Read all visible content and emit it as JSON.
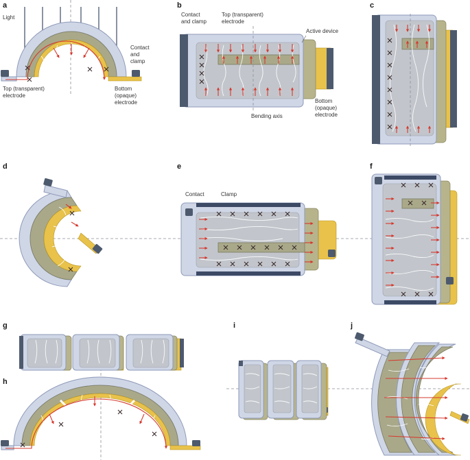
{
  "panels": {
    "a": "a",
    "b": "b",
    "c": "c",
    "d": "d",
    "e": "e",
    "f": "f",
    "g": "g",
    "h": "h",
    "i": "i",
    "j": "j"
  },
  "labels": {
    "light": "Light",
    "contact_and_clamp_a": [
      "Contact",
      "and",
      "clamp"
    ],
    "top_electrode_a": [
      "Top (transparent)",
      "electrode"
    ],
    "bottom_electrode_a": [
      "Bottom",
      "(opaque)",
      "electrode"
    ],
    "contact_and_clamp_b": [
      "Contact",
      "and clamp"
    ],
    "top_electrode_b": [
      "Top (transparent)",
      "electrode"
    ],
    "active_device": "Active device",
    "bottom_electrode_b": [
      "Bottom",
      "(opaque)",
      "electrode"
    ],
    "bending_axis": "Bending axis",
    "contact_e": "Contact",
    "clamp_e": "Clamp"
  },
  "colors": {
    "frame": "#cfd6e6",
    "active_layer": "#a9a98a",
    "bottom_electrode": "#e8c24a",
    "contact_pad": "#4d5a6e",
    "current_arrow": "#d6392e",
    "crack": "#ffffff"
  }
}
